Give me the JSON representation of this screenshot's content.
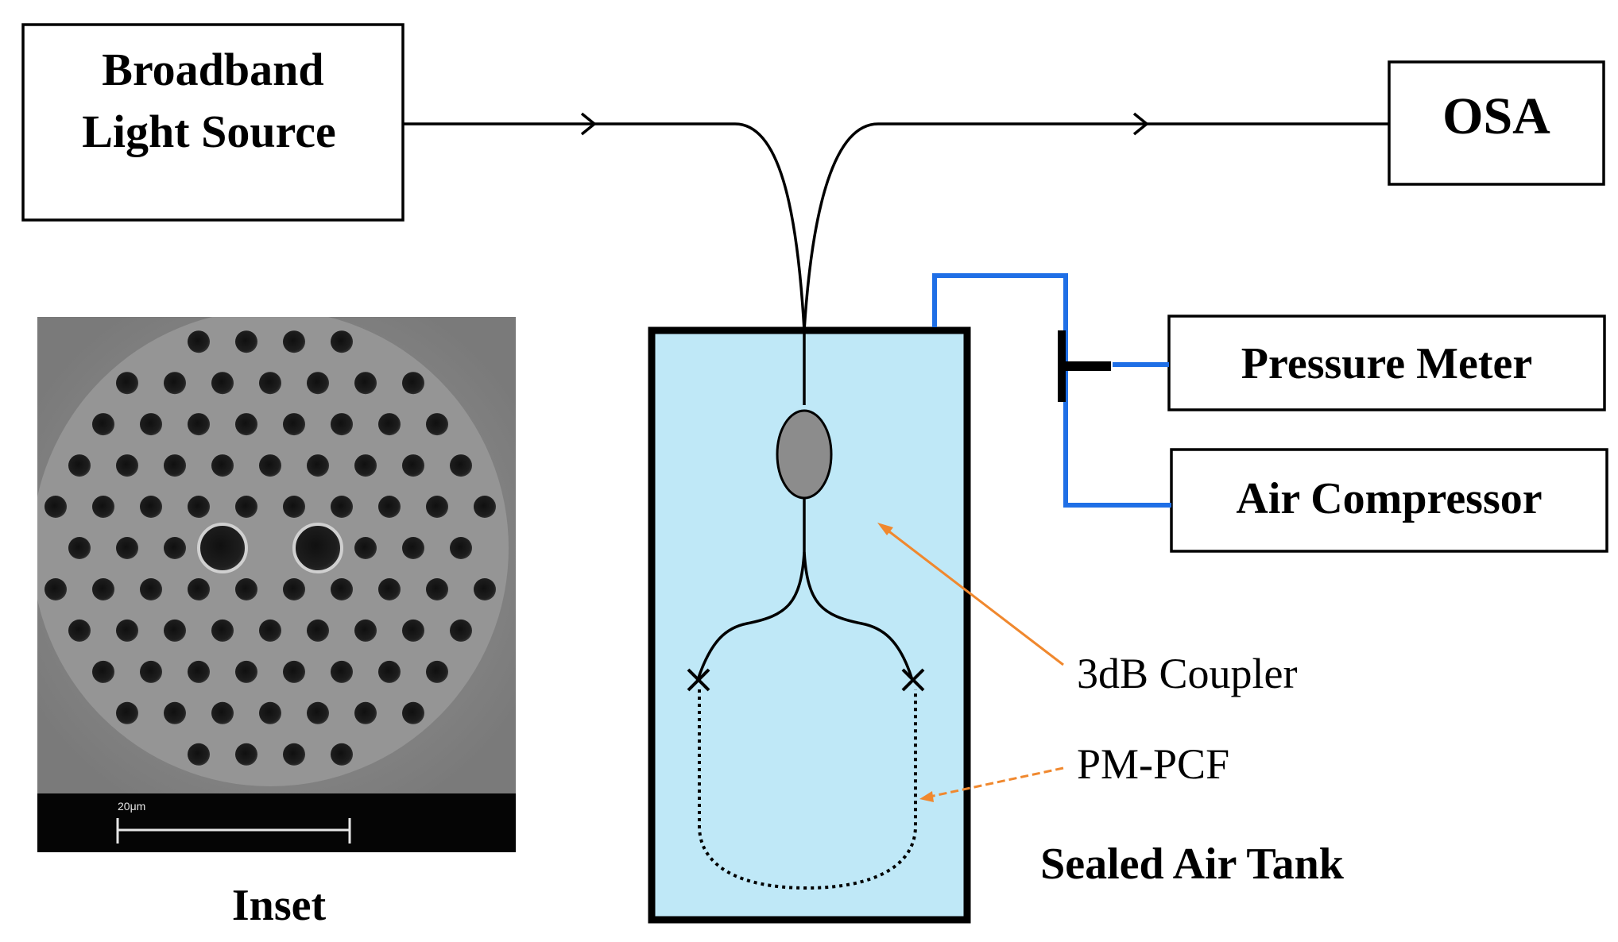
{
  "boxes": {
    "light_source": {
      "line1": "Broadband",
      "line2": "Light Source"
    },
    "osa": "OSA",
    "pressure_meter": "Pressure Meter",
    "air_compressor": "Air Compressor"
  },
  "annotations": {
    "coupler": "3dB Coupler",
    "pcf": "PM-PCF",
    "tank": "Sealed Air Tank",
    "inset": "Inset",
    "scale_bar": "20μm"
  },
  "colors": {
    "tank_fill": "#bfe8f7",
    "air_line": "#1f6fe6",
    "arrow": "#f0882e",
    "coupler": "#8c8c8c",
    "sem_background": "#8a8a8a"
  }
}
